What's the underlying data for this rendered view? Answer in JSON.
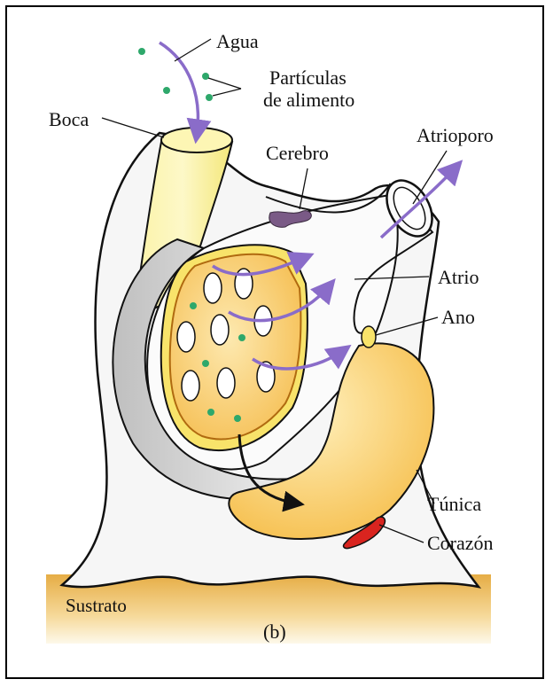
{
  "labels": {
    "water": "Agua",
    "food_particles_line1": "Partículas",
    "food_particles_line2": "de alimento",
    "mouth": "Boca",
    "brain": "Cerebro",
    "atriopore": "Atrioporo",
    "atrium": "Atrio",
    "anus": "Ano",
    "tunic": "Túnica",
    "heart": "Corazón",
    "substrate": "Sustrato",
    "panel": "(b)"
  },
  "colors": {
    "tunic_fill": "#f4f4f4",
    "yellow_light": "#fbf2a8",
    "yellow_mid": "#f8e36a",
    "orange": "#f5b23a",
    "gut": "#fbd978",
    "particle": "#2ea86b",
    "flow_arrow": "#8a6cc9",
    "heart": "#d9241f",
    "brain": "#7a5a86",
    "substrate_top": "#e8b24a",
    "substrate_bottom": "#fbf3dc"
  }
}
